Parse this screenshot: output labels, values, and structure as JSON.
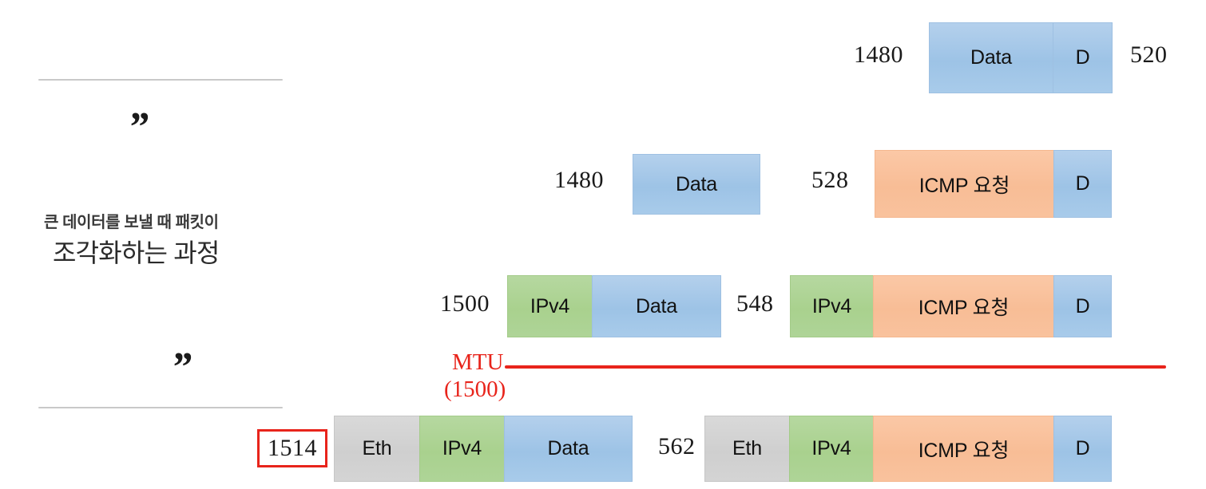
{
  "slide": {
    "caption": {
      "quote_open": "”",
      "quote_close": "”",
      "line1": "큰 데이터를 보낼 때 패킷이",
      "line2": "조각화하는 과정"
    },
    "mtu": {
      "label": "MTU",
      "value": "(1500)"
    },
    "colors": {
      "blue": "#9dc3e6",
      "green": "#a9d18e",
      "orange": "#f8bd96",
      "gray": "#cfcfcf",
      "red": "#e8241b",
      "rule": "#c9c9c9"
    },
    "rows": [
      {
        "name": "row-payload",
        "left_group": {
          "size": "",
          "segments": []
        },
        "right_group": {
          "size_left": "1480",
          "size_right": "520",
          "segments": [
            {
              "label": "Data",
              "color": "blue"
            },
            {
              "label": "D",
              "color": "blue"
            }
          ]
        }
      },
      {
        "name": "row-icmp",
        "left_group": {
          "size": "1480",
          "segments": [
            {
              "label": "Data",
              "color": "blue"
            }
          ]
        },
        "right_group": {
          "size": "528",
          "segments": [
            {
              "label": "ICMP 요청",
              "color": "orange"
            },
            {
              "label": "D",
              "color": "blue"
            }
          ]
        }
      },
      {
        "name": "row-ipv4",
        "left_group": {
          "size": "1500",
          "segments": [
            {
              "label": "IPv4",
              "color": "green"
            },
            {
              "label": "Data",
              "color": "blue"
            }
          ]
        },
        "right_group": {
          "size": "548",
          "segments": [
            {
              "label": "IPv4",
              "color": "green"
            },
            {
              "label": "ICMP 요청",
              "color": "orange"
            },
            {
              "label": "D",
              "color": "blue"
            }
          ]
        }
      },
      {
        "name": "row-ethernet",
        "left_group": {
          "size": "1514",
          "size_highlighted": true,
          "segments": [
            {
              "label": "Eth",
              "color": "gray"
            },
            {
              "label": "IPv4",
              "color": "green"
            },
            {
              "label": "Data",
              "color": "blue"
            }
          ]
        },
        "right_group": {
          "size": "562",
          "segments": [
            {
              "label": "Eth",
              "color": "gray"
            },
            {
              "label": "IPv4",
              "color": "green"
            },
            {
              "label": "ICMP 요청",
              "color": "orange"
            },
            {
              "label": "D",
              "color": "blue"
            }
          ]
        }
      }
    ]
  }
}
